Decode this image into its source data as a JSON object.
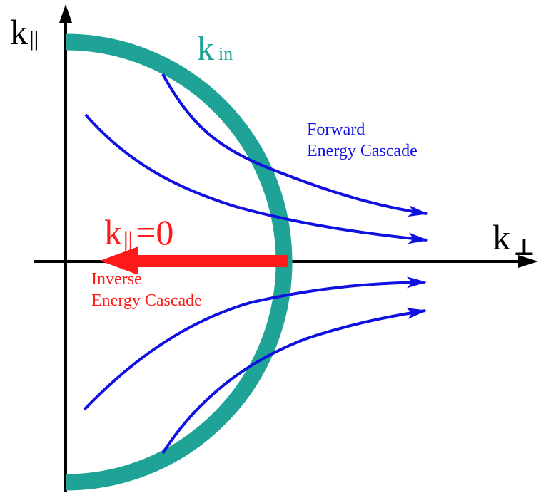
{
  "colors": {
    "background": "#ffffff",
    "axis": "#000000",
    "shell": "#1ea396",
    "forward_cascade": "#1010e0",
    "inverse_cascade": "#ff1a1a"
  },
  "axes": {
    "vertical_label": "k",
    "vertical_subscript": "||",
    "horizontal_label": "k",
    "horizontal_subscript": "⊥"
  },
  "shell": {
    "label": "k",
    "subscript": "in"
  },
  "inverse": {
    "label_main": "k",
    "label_sub": "||",
    "label_rest": "=0",
    "caption_line1": "Inverse",
    "caption_line2": "Energy Cascade"
  },
  "forward": {
    "caption_line1": "Forward",
    "caption_line2": "Energy Cascade"
  }
}
